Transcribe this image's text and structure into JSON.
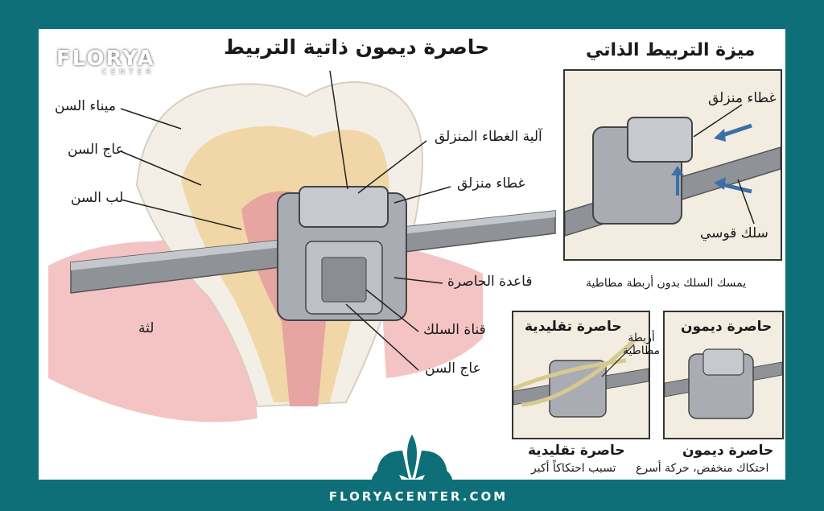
{
  "brand": {
    "name": "FLORYA",
    "sub": "CENTER",
    "url": "FLORYACENTER.COM"
  },
  "main": {
    "title": "حاصرة ديمون ذاتية التربيط",
    "labels": {
      "enamel": "ميناء السن",
      "dentin": "عاج السن",
      "pulp": "لب السن",
      "gum": "لثة",
      "mechanism": "آلية الغطاء المنزلق",
      "slide_cover": "غطاء منزلق",
      "base": "قاعدة الحاصرة",
      "wire_slot": "قناة السلك",
      "dentin2": "عاج السن"
    }
  },
  "self_ligation": {
    "title": "ميزة التربيط الذاتي",
    "slide_cover": "غطاء منزلق",
    "archwire": "سلك قوسي",
    "caption": "يمسك السلك بدون أربطة مطاطية"
  },
  "compare": {
    "traditional_title": "حاصرة تقليدية",
    "elastic_label": "أربطة مطاطية",
    "damon_title": "حاصرة ديمون",
    "traditional_caption_title": "حاصرة تقليدية",
    "traditional_caption": "تسبب احتكاكاً أكبر",
    "damon_caption_title": "حاصرة ديمون",
    "damon_caption": "احتكاك منخفض، حركة أسرع"
  },
  "colors": {
    "frame": "#0e6f78",
    "enamel": "#f4efe6",
    "dentin": "#f1d7a8",
    "gum": "#f4c4c4",
    "pulp": "#e08a8a",
    "metal": "#a9adb3",
    "arrow": "#3d6fa8"
  }
}
